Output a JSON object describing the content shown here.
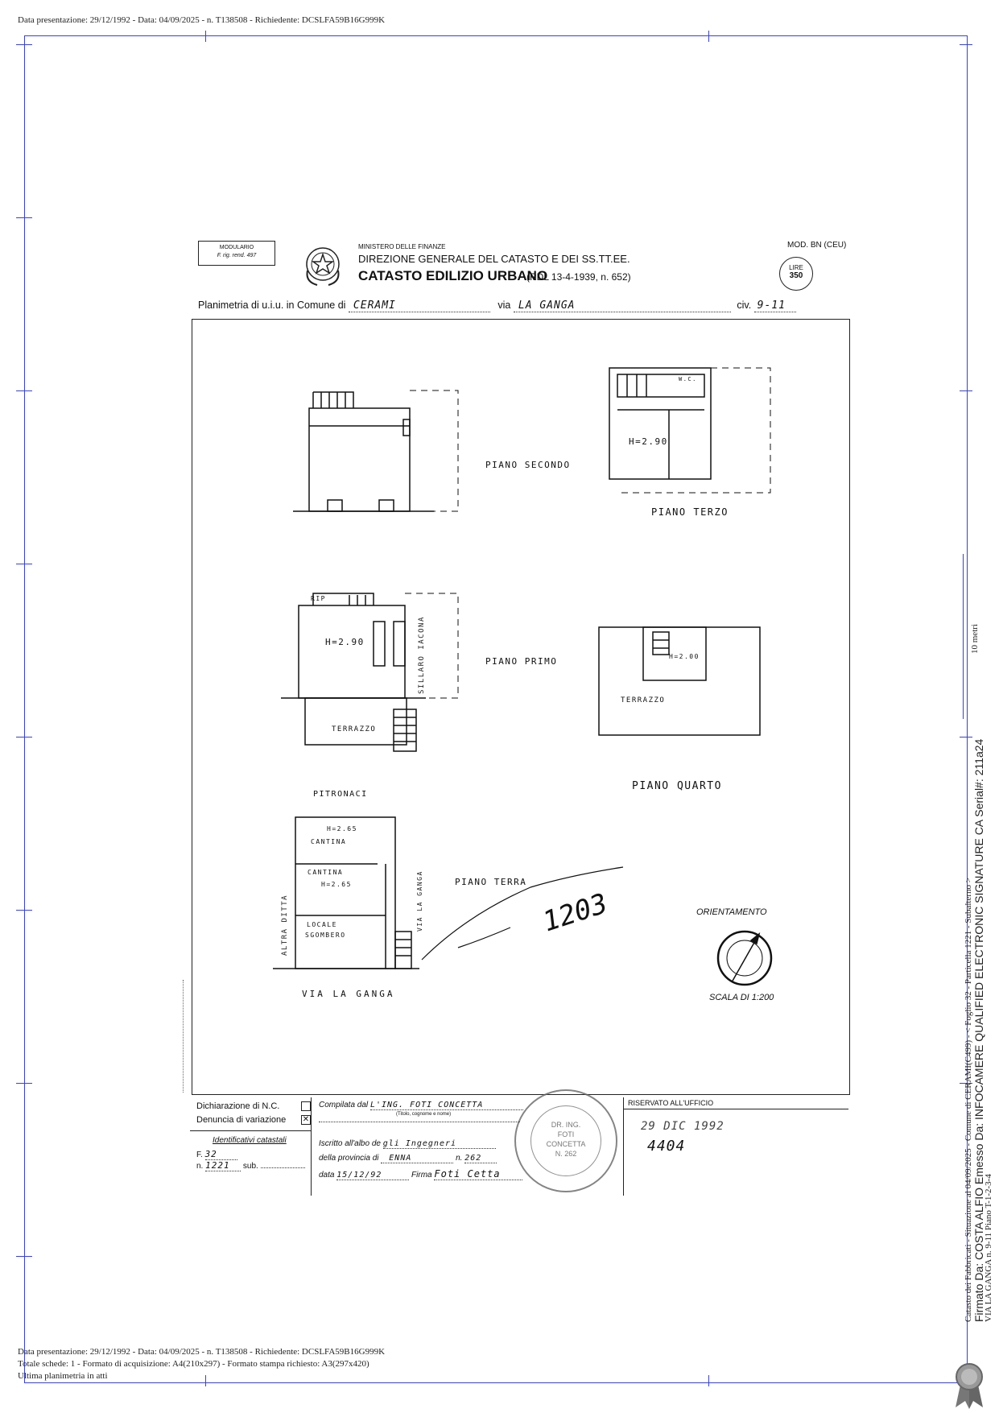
{
  "header": {
    "top_line": "Data presentazione: 29/12/1992 - Data: 04/09/2025 - n. T138508 - Richiedente: DCSLFA59B16G999K"
  },
  "footer": {
    "line1": "Data presentazione: 29/12/1992 - Data: 04/09/2025 - n. T138508 - Richiedente: DCSLFA59B16G999K",
    "line2": "Totale schede: 1 - Formato di acquisizione: A4(210x297)  - Formato stampa richiesto: A3(297x420)",
    "line3": "Ultima planimetria in atti"
  },
  "side": {
    "scale_label": "10 metri",
    "signature": "Firmato Da: COSTA ALFIO Emesso Da: INFOCAMERE QUALIFIED ELECTRONIC SIGNATURE CA Serial#: 211a24",
    "catasto_info": "Catasto dei Fabbricati - Situazione al 04/09/2025 - Comune di CERAMI(C499) - < Foglio 32 - Particella 1221 - Subalterno >",
    "address": "VIA LA GANGA n. 9-11 Piano T-1-2-3-4"
  },
  "form": {
    "modulario_line1": "MODULARIO",
    "modulario_line2": "F. rig. rend. 497",
    "ministry": "MINISTERO DELLE FINANZE",
    "direction": "DIREZIONE GENERALE DEL CATASTO E DEI SS.TT.EE.",
    "title": "CATASTO EDILIZIO URBANO",
    "law": "(RDL 13-4-1939, n. 652)",
    "model": "MOD. BN (CEU)",
    "lire_label": "LIRE",
    "lire_value": "350",
    "plan_prefix": "Planimetria di u.i.u. in Comune di",
    "comune": "CERAMI",
    "via_label": "via",
    "via": "LA GANGA",
    "civ_label": "civ.",
    "civ": "9-11"
  },
  "plan": {
    "piano_secondo": "PIANO SECONDO",
    "piano_terzo": "PIANO TERZO",
    "piano_primo": "PIANO PRIMO",
    "piano_quarto": "PIANO QUARTO",
    "piano_terra": "PIANO TERRA",
    "h290_a": "H=2.90",
    "h290_b": "H=2.90",
    "h200": "H=2.00",
    "h265_a": "H=2.65",
    "h265_b": "H=2.65",
    "wc": "W.C.",
    "rip": "RIP",
    "terrazzo_a": "TERRAZZO",
    "terrazzo_b": "TERRAZZO",
    "sillaro": "SILLARO IACONA",
    "pitronaci": "PITRONACI",
    "cantina_a": "CANTINA",
    "cantina_b": "CANTINA",
    "locale": "LOCALE",
    "sgombero": "SGOMBERO",
    "altra_ditta": "ALTRA DITTA",
    "via_la_ganga_side": "VIA LA GANGA",
    "via_la_ganga_bottom": "VIA LA GANGA",
    "orientamento": "ORIENTAMENTO",
    "scala": "SCALA DI 1:200",
    "annotation": "1203"
  },
  "bottom": {
    "dich_nc": "Dichiarazione di N.C.",
    "denuncia": "Denuncia di  variazione",
    "identificativi": "Identificativi catastali",
    "f_label": "F.",
    "f_value": "32",
    "n_label": "n.",
    "n_value": "1221",
    "sub_label": "sub.",
    "compilata": "Compilata dal",
    "compilata_value": "L'ING. FOTI CONCETTA",
    "titolo": "(Titolo, cognome e nome)",
    "iscritto": "Iscritto all'albo de",
    "iscritto_value": "gli Ingegneri",
    "provincia": "della provincia di",
    "provincia_value": "ENNA",
    "n2_label": "n.",
    "n2_value": "262",
    "data_label": "data",
    "data_value": "15/12/92",
    "firma_label": "Firma",
    "firma_value": "Foti Cetta",
    "riservato": "RISERVATO ALL'UFFICIO",
    "stamp_date": "29 DIC 1992",
    "stamp_num": "4404",
    "stamp_1": "DR. ING.",
    "stamp_2": "FOTI",
    "stamp_3": "CONCETTA",
    "stamp_4": "N. 262"
  }
}
